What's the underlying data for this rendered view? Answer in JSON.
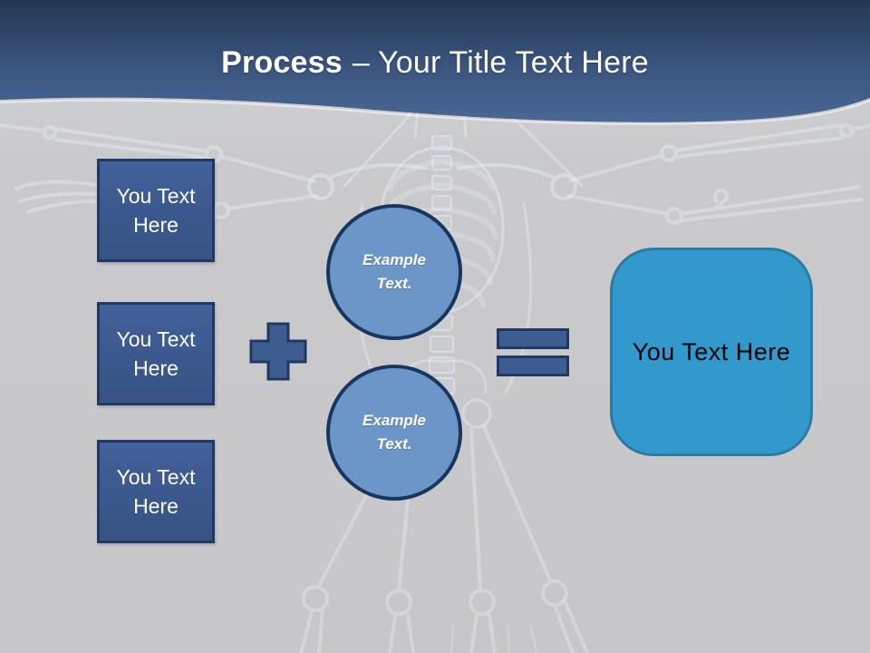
{
  "slide": {
    "header": {
      "title_emphasis": "Process",
      "title_rest": "– Your Title Text Here"
    },
    "left_boxes": [
      {
        "label": "You Text Here"
      },
      {
        "label": "You Text Here"
      },
      {
        "label": "You Text Here"
      }
    ],
    "operators": {
      "plus_icon": "plus-icon",
      "equals_icon": "equals-icon"
    },
    "circles": [
      {
        "line1": "Example",
        "line2": "Text."
      },
      {
        "line1": "Example",
        "line2": "Text."
      }
    ],
    "result_box": {
      "label": "You Text Here"
    },
    "background_image": "xray-skeleton-vitruvian-figure",
    "colors": {
      "header_blue_top": "#243752",
      "header_blue_bottom": "#4a6796",
      "background_gray": "#c9c9cb",
      "box_fill": "#3c5a8e",
      "box_border": "#1f3864",
      "circle_fill": "#6c96c8",
      "circle_border": "#17375e",
      "operator_fill": "#3d5c90",
      "result_fill": "#3399cc",
      "result_border": "#2a7ca5",
      "title_text": "#ffffff",
      "result_text": "#000000"
    }
  }
}
